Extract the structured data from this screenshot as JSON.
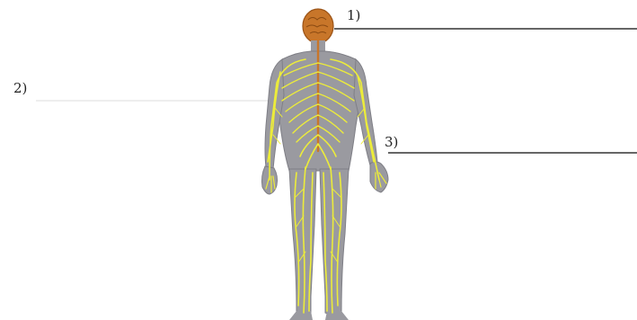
{
  "labels": {
    "one": "1)",
    "two": "2)",
    "three": "3)"
  },
  "colors": {
    "body": "#9a9aa0",
    "body_edge": "#7f7f86",
    "nerve": "#ecec3a",
    "brain": "#c8762a",
    "brain_dark": "#9b5316",
    "line": "#333333",
    "faint_line": "#d6d6d6"
  }
}
